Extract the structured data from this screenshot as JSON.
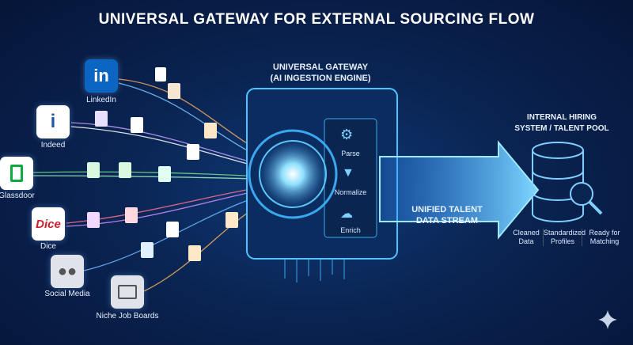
{
  "title": "UNIVERSAL GATEWAY FOR EXTERNAL SOURCING FLOW",
  "sources": [
    {
      "name": "LinkedIn",
      "logo": "in"
    },
    {
      "name": "Indeed",
      "logo": "i"
    },
    {
      "name": "Glassdoor",
      "logo": ""
    },
    {
      "name": "Dice",
      "logo": "Dice"
    },
    {
      "name": "Social Media",
      "logo": ""
    },
    {
      "name": "Niche Job Boards",
      "logo": ""
    }
  ],
  "gateway": {
    "title_line1": "UNIVERSAL GATEWAY",
    "title_line2": "(AI INGESTION ENGINE)",
    "steps": [
      "Parse",
      "Normalize",
      "Enrich"
    ]
  },
  "stream": {
    "line1": "UNIFIED TALENT",
    "line2": "DATA STREAM"
  },
  "destination": {
    "line1": "INTERNAL HIRING",
    "line2": "SYSTEM / TALENT POOL",
    "outputs": [
      [
        "Cleaned",
        "Data"
      ],
      [
        "Standardized",
        "Profiles"
      ],
      [
        "Ready for",
        "Matching"
      ]
    ]
  },
  "colors": {
    "accent": "#4fc3ff",
    "background": "#0a2452",
    "linkedin": "#0a66c2",
    "glassdoor": "#0caa41",
    "dice": "#cc1f2d"
  }
}
